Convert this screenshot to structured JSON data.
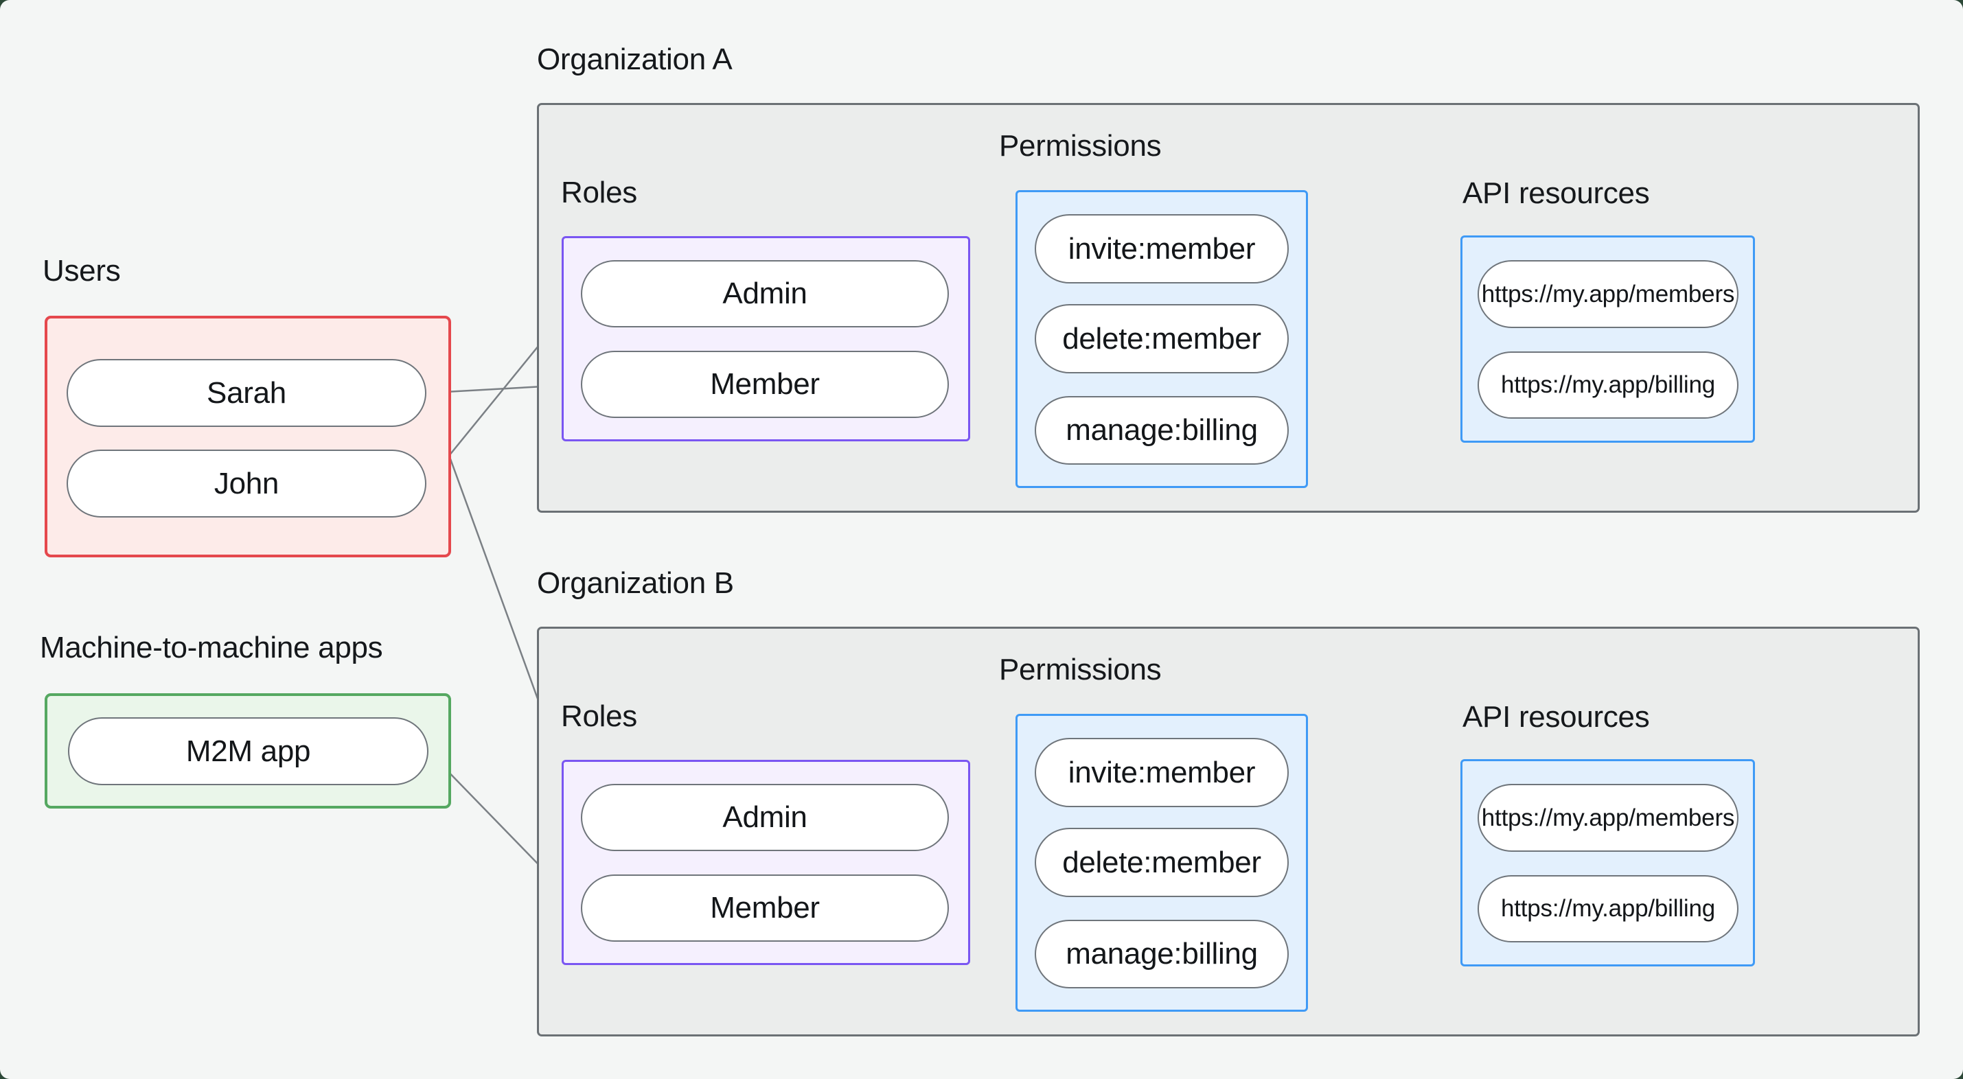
{
  "page": {
    "background": "#f4f6f5",
    "frame_color": "#2c4837",
    "container_fill": "#ebedec",
    "container_border": "#6b7175"
  },
  "colors": {
    "users_accent": "#e5484d",
    "users_fill": "#fdebe9",
    "m2m_accent": "#55a861",
    "m2m_fill": "#eaf6ea",
    "roles_accent": "#7a56f2",
    "roles_fill": "#f5f0fe",
    "permissions_accent": "#3f9af6",
    "permissions_fill": "#e3f0fd",
    "pill_border": "#6f757b",
    "connector": "#7b8085",
    "text": "#15181b"
  },
  "groups": {
    "users": {
      "label": "Users",
      "items": [
        "Sarah",
        "John"
      ]
    },
    "m2m": {
      "label": "Machine-to-machine apps",
      "items": [
        "M2M app"
      ]
    }
  },
  "organizations": [
    {
      "title": "Organization A",
      "roles_label": "Roles",
      "roles": [
        "Admin",
        "Member"
      ],
      "permissions_label": "Permissions",
      "permissions": [
        "invite:member",
        "delete:member",
        "manage:billing"
      ],
      "api_label": "API resources",
      "api_resources": [
        "https://my.app/members",
        "https://my.app/billing"
      ]
    },
    {
      "title": "Organization B",
      "roles_label": "Roles",
      "roles": [
        "Admin",
        "Member"
      ],
      "permissions_label": "Permissions",
      "permissions": [
        "invite:member",
        "delete:member",
        "manage:billing"
      ],
      "api_label": "API resources",
      "api_resources": [
        "https://my.app/members",
        "https://my.app/billing"
      ]
    }
  ],
  "edges": [
    {
      "from": "user:Sarah",
      "to": "orgA:role:Member"
    },
    {
      "from": "user:John",
      "to": "orgA:role:Admin"
    },
    {
      "from": "user:Sarah",
      "to": "orgB:role:Admin"
    },
    {
      "from": "app:M2M app",
      "to": "orgB:role:Member"
    },
    {
      "from": "orgA:role:Admin",
      "to": "orgA:permission:invite:member"
    },
    {
      "from": "orgA:role:Admin",
      "to": "orgA:permission:delete:member"
    },
    {
      "from": "orgA:role:Member",
      "to": "orgA:permission:manage:billing"
    },
    {
      "from": "orgA:permission:invite:member",
      "to": "orgA:api:https://my.app/members"
    },
    {
      "from": "orgA:permission:delete:member",
      "to": "orgA:api:https://my.app/members"
    },
    {
      "from": "orgA:permission:manage:billing",
      "to": "orgA:api:https://my.app/billing"
    },
    {
      "from": "orgB:role:Admin",
      "to": "orgB:permission:invite:member"
    },
    {
      "from": "orgB:role:Admin",
      "to": "orgB:permission:delete:member"
    },
    {
      "from": "orgB:role:Member",
      "to": "orgB:permission:manage:billing"
    },
    {
      "from": "orgB:permission:invite:member",
      "to": "orgB:api:https://my.app/members"
    },
    {
      "from": "orgB:permission:delete:member",
      "to": "orgB:api:https://my.app/members"
    },
    {
      "from": "orgB:permission:manage:billing",
      "to": "orgB:api:https://my.app/billing"
    }
  ]
}
